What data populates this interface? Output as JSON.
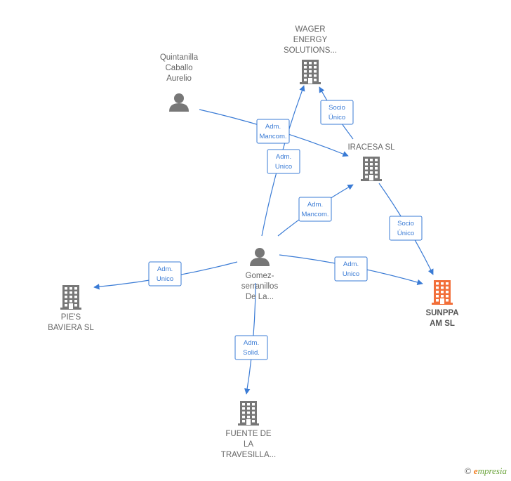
{
  "colors": {
    "edge": "#3a7bd5",
    "node": "#777777",
    "focus": "#f26f3a"
  },
  "nodes": [
    {
      "id": "wager",
      "kind": "company",
      "lines": [
        "WAGER",
        "ENERGY",
        "SOLUTIONS..."
      ],
      "icon": "building-icon",
      "focus": false
    },
    {
      "id": "quintanilla",
      "kind": "person",
      "lines": [
        "Quintanilla",
        "Caballo",
        "Aurelio"
      ],
      "icon": "person-icon",
      "focus": false
    },
    {
      "id": "iracesa",
      "kind": "company",
      "lines": [
        "IRACESA SL"
      ],
      "icon": "building-icon",
      "focus": false
    },
    {
      "id": "gomez",
      "kind": "person",
      "lines": [
        "Gomez-",
        "serranillos",
        "De La..."
      ],
      "icon": "person-icon",
      "focus": false
    },
    {
      "id": "pies",
      "kind": "company",
      "lines": [
        "PIE'S",
        "BAVIERA SL"
      ],
      "icon": "building-icon",
      "focus": false
    },
    {
      "id": "sunppa",
      "kind": "company",
      "lines": [
        "SUNPPA",
        "AM  SL"
      ],
      "icon": "building-icon",
      "focus": true
    },
    {
      "id": "fuente",
      "kind": "company",
      "lines": [
        "FUENTE DE",
        "LA",
        "TRAVESILLA..."
      ],
      "icon": "building-icon",
      "focus": false
    }
  ],
  "edges": [
    {
      "id": "e1",
      "from": "iracesa",
      "to": "wager",
      "lines": [
        "Socio",
        "Único"
      ]
    },
    {
      "id": "e2",
      "from": "quintanilla",
      "to": "iracesa",
      "lines": [
        "Adm.",
        "Mancom."
      ]
    },
    {
      "id": "e3",
      "from": "gomez",
      "to": "wager",
      "lines": [
        "Adm.",
        "Unico"
      ]
    },
    {
      "id": "e4",
      "from": "gomez",
      "to": "iracesa",
      "lines": [
        "Adm.",
        "Mancom."
      ]
    },
    {
      "id": "e5",
      "from": "iracesa",
      "to": "sunppa",
      "lines": [
        "Socio",
        "Único"
      ]
    },
    {
      "id": "e6",
      "from": "gomez",
      "to": "pies",
      "lines": [
        "Adm.",
        "Unico"
      ]
    },
    {
      "id": "e7",
      "from": "gomez",
      "to": "sunppa",
      "lines": [
        "Adm.",
        "Unico"
      ]
    },
    {
      "id": "e8",
      "from": "gomez",
      "to": "fuente",
      "lines": [
        "Adm.",
        "Solid."
      ]
    }
  ],
  "footer": {
    "copyright": "©",
    "brand_initial": "e",
    "brand_rest": "mpresia"
  }
}
